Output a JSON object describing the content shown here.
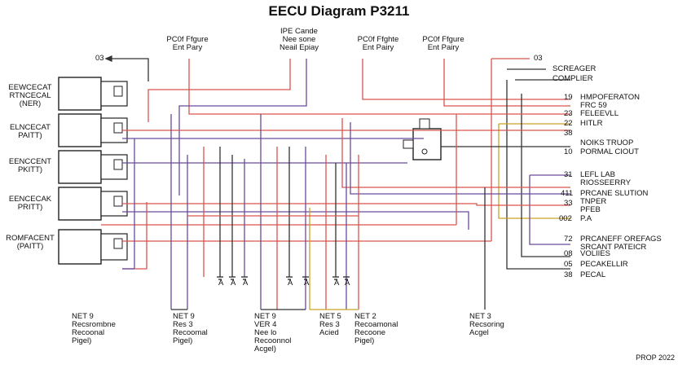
{
  "title": "EECU Diagram P3211",
  "footer": "PROP 2022",
  "top_labels": [
    "PC0f Ffgure\nEnt Pary",
    "IPE Cande\nNee sone\nNeail Epiay",
    "PC0f Ffghte\nEnt Pairy",
    "PC0f Ffgure\nEnt Pairy"
  ],
  "left_labels": [
    "EEWCECAT\nRTNCECAL\n(NER)",
    "ELNCECAT\nPAITT)",
    "EENCCENT\nPKITT)",
    "EENCECAK\nPRITT)",
    "ROMFACENT\n(PAITT)"
  ],
  "left_arrow_label": "03",
  "right_labels": [
    {
      "num": "03",
      "text": ""
    },
    {
      "num": "",
      "text": "SCREAGER"
    },
    {
      "num": "",
      "text": "COMPLIER"
    },
    {
      "num": "19",
      "text": "HMPOFERATON\nFRC 59"
    },
    {
      "num": "23",
      "text": "FELEEVLL"
    },
    {
      "num": "22",
      "text": "HITLR"
    },
    {
      "num": "38",
      "text": "NOIKS TRUOP"
    },
    {
      "num": "10",
      "text": "PORMAL CIOUT"
    },
    {
      "num": "31",
      "text": "LEFL LAB\nRIOSSEERRY"
    },
    {
      "num": "411",
      "text": "PRCANE SLUTION"
    },
    {
      "num": "33",
      "text": "TNPER\nPFEB"
    },
    {
      "num": "002",
      "text": "P.A"
    },
    {
      "num": "72",
      "text": "PRCANEFF OREFAGS\nSRCANT PATEICR"
    },
    {
      "num": "08",
      "text": "VOLIIES"
    },
    {
      "num": "05",
      "text": "PECAKELLIR"
    },
    {
      "num": "38",
      "text": "PECAL"
    }
  ],
  "bottom_labels": [
    "NET 9\nRecsrombne\nRecoonal\nPigel)",
    "NET 9\nRes 3\nRecoomal\nPigel)",
    "NET 9\nVER 4\nNee lo\nRecoonnol\nAcgel)",
    "NET 5\nRes 3\nAcied",
    "NET 2\nRecoamonal\nRecoone\nPigel)",
    "NET 3\nRecsoring\nAcgel"
  ],
  "ground_marks": [
    "A",
    "A",
    "A",
    "A",
    "A",
    "A",
    "A"
  ],
  "colors": {
    "red": "#d9534f",
    "purple": "#6b4a9b",
    "dark": "#333333",
    "yellow": "#c9a227",
    "green": "#6a9a3a"
  }
}
